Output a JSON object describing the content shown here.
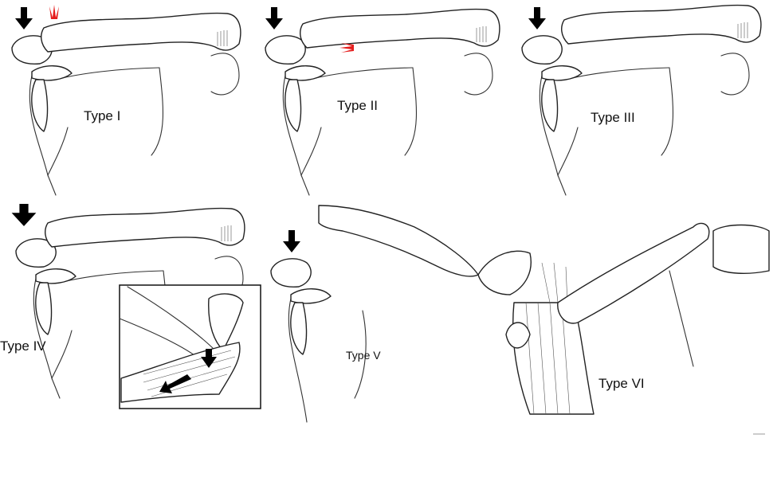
{
  "title": "Acromioclavicular joint injury classification",
  "labels": {
    "type1": "Type I",
    "type2": "Type II",
    "type3": "Type III",
    "type4": "Type IV",
    "type5": "Type V",
    "type6": "Type VI"
  },
  "colors": {
    "arrow": "#000000",
    "injury_marker": "#e51c1c",
    "outline": "#222222"
  }
}
